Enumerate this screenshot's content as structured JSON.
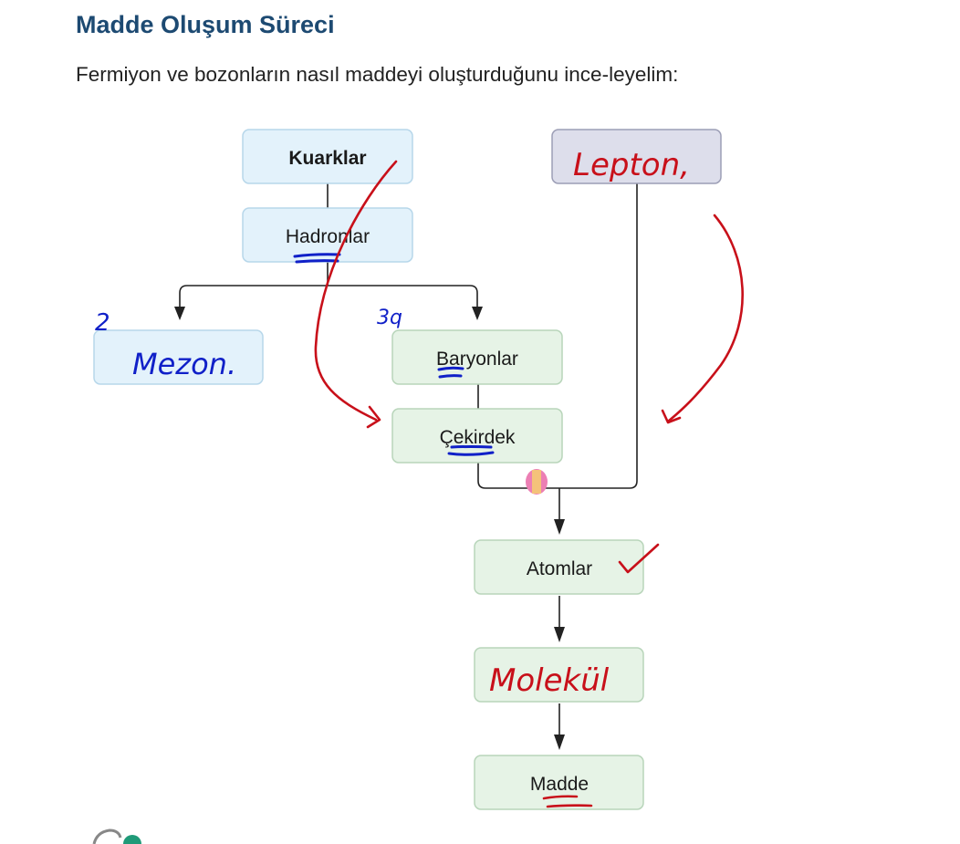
{
  "section": {
    "title": "Madde Oluşum Süreci",
    "intro": "Fermiyon ve bozonların nasıl maddeyi oluşturduğunu ince-leyelim:"
  },
  "diagram": {
    "nodes": {
      "kuarklar": "Kuarklar",
      "hadronlar": "Hadronlar",
      "baryonlar": "Baryonlar",
      "cekirdek": "Çekirdek",
      "atomlar": "Atomlar",
      "madde": "Madde"
    },
    "handwriting": {
      "mezon": "Mezon.",
      "mezon_count": "2",
      "baryon_count": "3q",
      "lepton": "Lepton,",
      "molekul": "Molekül"
    },
    "colors": {
      "blue_node_fill": "#e3f2fb",
      "blue_node_stroke": "#b7d7ea",
      "green_node_fill": "#e6f3e6",
      "green_node_stroke": "#b8d5ba",
      "lepton_node_fill": "#dddeeb",
      "lepton_node_stroke": "#9c9eb6",
      "ink_red": "#c8101a",
      "ink_blue": "#1020c8",
      "title": "#1d4a72"
    }
  }
}
